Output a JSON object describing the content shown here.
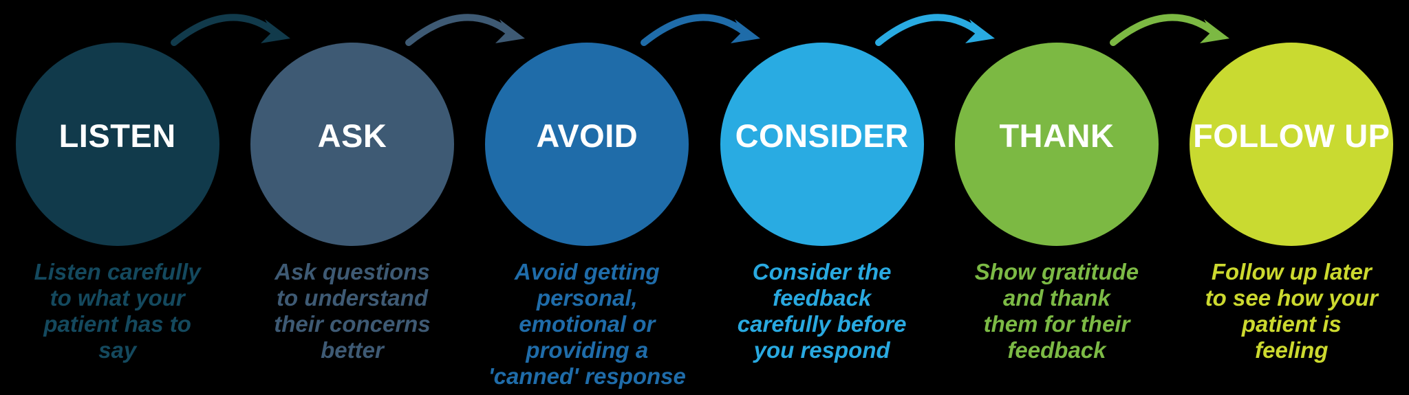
{
  "background_color": "#000000",
  "label_text_color": "#FFFFFF",
  "steps": [
    {
      "label": "LISTEN",
      "description": "Listen carefully\nto what your\npatient has to\nsay",
      "circle_color": "#113A4B",
      "text_color": "#14495E",
      "arrow_color": "#113A4B"
    },
    {
      "label": "ASK",
      "description": "Ask questions\nto understand\ntheir concerns\nbetter",
      "circle_color": "#3E5A74",
      "text_color": "#3E5A74",
      "arrow_color": "#3E5A74"
    },
    {
      "label": "AVOID",
      "description": "Avoid getting\npersonal,\nemotional or\nproviding a\n'canned' response",
      "circle_color": "#1F6CA9",
      "text_color": "#1F6CA9",
      "arrow_color": "#1F6CA9"
    },
    {
      "label": "CONSIDER",
      "description": "Consider the\nfeedback\ncarefully before\nyou respond",
      "circle_color": "#29ABE2",
      "text_color": "#29A9E0",
      "arrow_color": "#29ABE2"
    },
    {
      "label": "THANK",
      "description": "Show gratitude\nand thank\nthem for their\nfeedback",
      "circle_color": "#7CB943",
      "text_color": "#7CBA45",
      "arrow_color": "#7CB943"
    },
    {
      "label": "FOLLOW UP",
      "description": "Follow up later\nto see how your\npatient is\nfeeling",
      "circle_color": "#C9DA31",
      "text_color": "#CCD92F",
      "arrow_color": null
    }
  ]
}
